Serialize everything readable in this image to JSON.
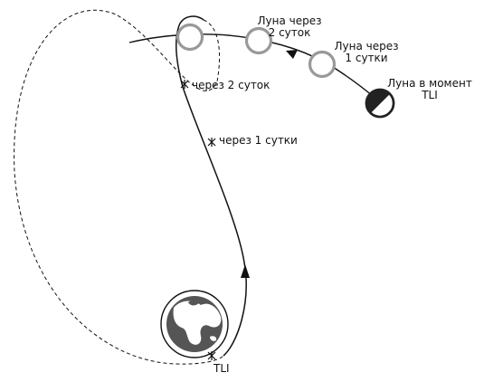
{
  "labels": {
    "moon_tli_line1": "Луна в момент",
    "moon_tli_line2": "TLI",
    "moon_1day_line1": "Луна через",
    "moon_1day_line2": "1 сутки",
    "moon_2days_line1": "Луна через",
    "moon_2days_line2": "2 суток",
    "point_2days": "через 2 суток",
    "point_1day": "через 1 сутки",
    "tli": "TLI"
  },
  "colors": {
    "line": "#111111",
    "moon_ring": "#9a9a9a",
    "moon_fill": "#ffffff",
    "earth_ocean": "#555555",
    "earth_land": "#ffffff"
  }
}
